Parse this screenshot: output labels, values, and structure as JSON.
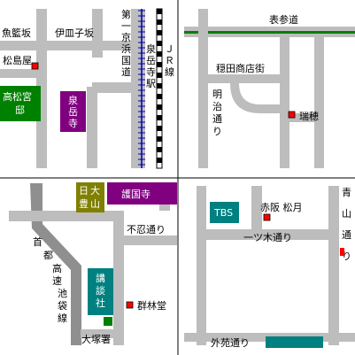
{
  "colors": {
    "road": "#bdbdbd",
    "expressway": "#8f8f8f",
    "accent_red": "#ff0000",
    "green": "#008000",
    "purple": "#800080",
    "teal": "#008080",
    "olive": "#808000",
    "divider": "#000000",
    "line_blue": "#0000aa",
    "line_green": "#008000"
  },
  "maps": {
    "sengakuji": {
      "streets": {
        "uodanazaka": "魚籃坂",
        "isarago": "伊皿子坂",
        "daiichi_keihin": [
          "第",
          "一",
          "京",
          "浜",
          "国",
          "道"
        ],
        "jr_line": [
          "Ｊ",
          "Ｒ",
          "線"
        ]
      },
      "places": {
        "matsushimaya": "松島屋",
        "takamatsunomiya": [
          "高松宮",
          "邸"
        ],
        "sengakuji_temple": [
          "泉",
          "岳",
          "寺"
        ]
      },
      "stations": {
        "sengakuji_station": [
          "泉",
          "岳",
          "寺",
          "駅"
        ]
      }
    },
    "omotesando": {
      "streets": {
        "omotesando": "表参道",
        "onden_shotengai": "穏田商店街",
        "meiji_dori": [
          "明",
          "治",
          "通",
          "り"
        ]
      },
      "places": {
        "zuiho": "瑞穂"
      }
    },
    "gokokuji": {
      "streets": {
        "shinobazu": "不忍通り",
        "expressway": [
          "首",
          "都",
          "高",
          "速",
          "池",
          "袋",
          "線"
        ]
      },
      "places": {
        "nihon_daigaku": [
          "日",
          "大",
          "豊",
          "山"
        ],
        "gokokuji_temple": "護国寺",
        "kodansha": [
          "講",
          "談",
          "社"
        ],
        "gunrindo": "群林堂",
        "otsuka_police": "大塚署"
      }
    },
    "akasaka": {
      "streets": {
        "hitotsugi": "一ツ木通り",
        "aoyama": [
          "青",
          "山",
          "通",
          "り"
        ],
        "gaien": "外苑通り"
      },
      "places": {
        "tbs": "TBS",
        "matsuzuki": "赤阪 松月"
      }
    }
  }
}
